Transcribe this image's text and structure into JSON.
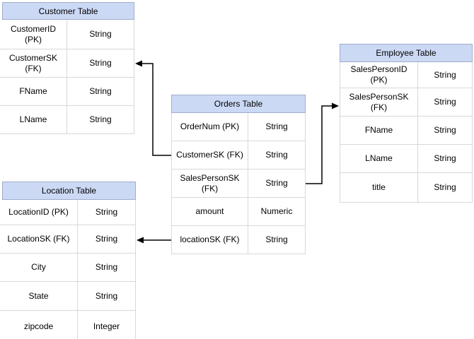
{
  "diagram": {
    "tables": [
      {
        "id": "customer",
        "title": "Customer Table",
        "rows": [
          {
            "name": "CustomerID (PK)",
            "type": "String"
          },
          {
            "name": "CustomerSK\n(FK)",
            "type": "String"
          },
          {
            "name": "FName",
            "type": "String"
          },
          {
            "name": "LName",
            "type": "String"
          }
        ]
      },
      {
        "id": "orders",
        "title": "Orders Table",
        "rows": [
          {
            "name": "OrderNum (PK)",
            "type": "String"
          },
          {
            "name": "CustomerSK (FK)",
            "type": "String"
          },
          {
            "name": "SalesPersonSK\n(FK)",
            "type": "String"
          },
          {
            "name": "amount",
            "type": "Numeric"
          },
          {
            "name": "locationSK (FK)",
            "type": "String"
          }
        ]
      },
      {
        "id": "employee",
        "title": "Employee Table",
        "rows": [
          {
            "name": "SalesPersonID (PK)",
            "type": "String"
          },
          {
            "name": "SalesPersonSK\n(FK)",
            "type": "String"
          },
          {
            "name": "FName",
            "type": "String"
          },
          {
            "name": "LName",
            "type": "String"
          },
          {
            "name": "title",
            "type": "String"
          }
        ]
      },
      {
        "id": "location",
        "title": "Location Table",
        "rows": [
          {
            "name": "LocationID (PK)",
            "type": "String"
          },
          {
            "name": "LocationSK (FK)",
            "type": "String"
          },
          {
            "name": "City",
            "type": "String"
          },
          {
            "name": "State",
            "type": "String"
          },
          {
            "name": "zipcode",
            "type": "Integer"
          }
        ]
      }
    ],
    "relationships": [
      {
        "from": "Orders.CustomerSK (FK)",
        "to": "Customer.CustomerSK (FK)"
      },
      {
        "from": "Orders.SalesPersonSK (FK)",
        "to": "Employee.SalesPersonSK (FK)"
      },
      {
        "from": "Orders.locationSK (FK)",
        "to": "Location.LocationSK (FK)"
      }
    ],
    "colors": {
      "background": "#ffffff",
      "header_fill": "#ccd9f5",
      "header_border": "#9fadc9",
      "row_border": "#d8d8d8",
      "connector": "#000000",
      "text": "#000000"
    }
  }
}
